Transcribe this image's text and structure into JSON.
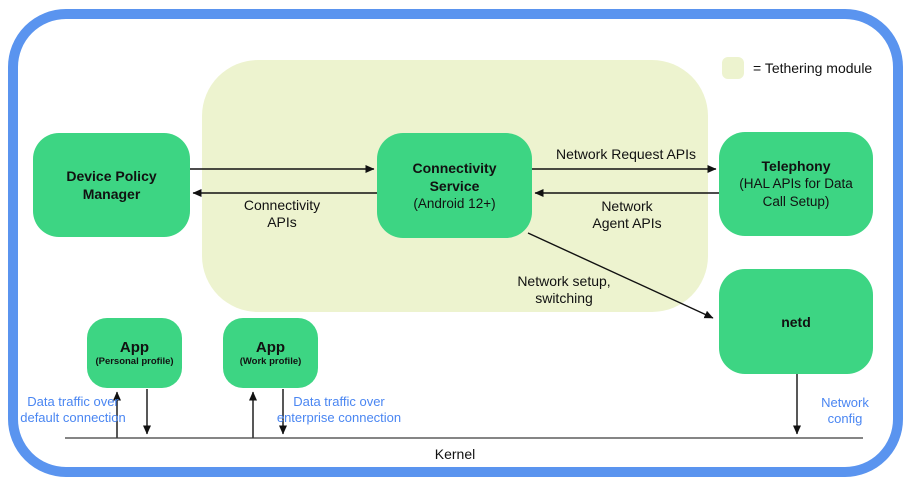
{
  "legend": {
    "label": "= Tethering module"
  },
  "nodes": {
    "dpm": {
      "title_line1": "Device Policy",
      "title_line2": "Manager"
    },
    "connectivity_service": {
      "title_line1": "Connectivity",
      "title_line2": "Service",
      "subtitle": "(Android 12+)"
    },
    "telephony": {
      "title": "Telephony",
      "subtitle_line1": "(HAL APIs for Data",
      "subtitle_line2": "Call Setup)"
    },
    "netd": {
      "title": "netd"
    },
    "app_personal": {
      "title": "App",
      "subtitle": "(Personal profile)"
    },
    "app_work": {
      "title": "App",
      "subtitle": "(Work profile)"
    }
  },
  "edge_labels": {
    "connectivity_apis_line1": "Connectivity",
    "connectivity_apis_line2": "APIs",
    "network_request_apis": "Network Request APIs",
    "network_agent_line1": "Network",
    "network_agent_line2": "Agent APIs",
    "network_setup_line1": "Network setup,",
    "network_setup_line2": "switching"
  },
  "traffic_labels": {
    "default_line1": "Data traffic over",
    "default_line2": "default connection",
    "enterprise_line1": "Data traffic over",
    "enterprise_line2": "enterprise connection",
    "network_config_line1": "Network",
    "network_config_line2": "config"
  },
  "kernel_label": "Kernel",
  "colors": {
    "node_green": "#3dd583",
    "module_background": "#edf3cf",
    "frame_blue": "#5a94ef",
    "traffic_text_blue": "#4a86f2",
    "arrow_black": "#111111"
  }
}
